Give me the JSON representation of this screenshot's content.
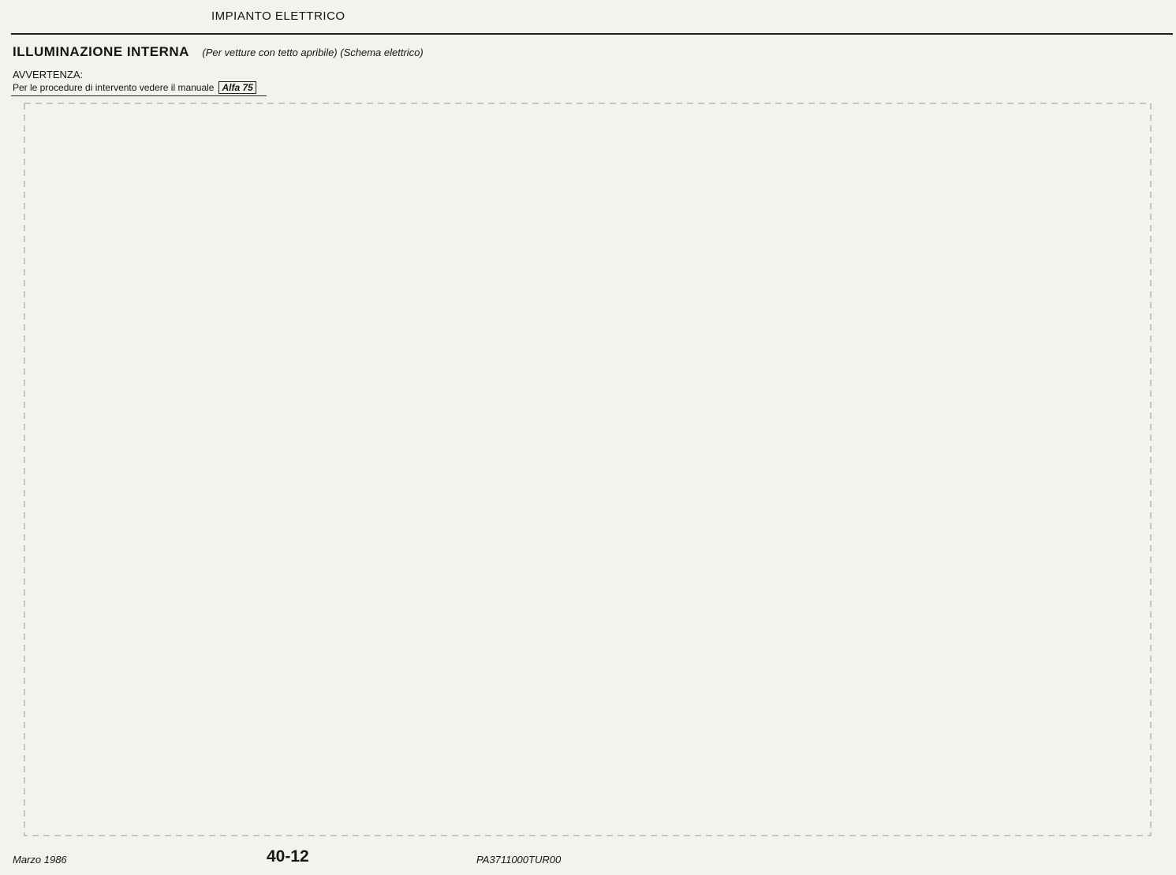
{
  "header": {
    "running_head": "IMPIANTO ELETTRICO",
    "title": "ILLUMINAZIONE INTERNA",
    "subtitle": "(Per vetture con tetto apribile) (Schema elettrico)"
  },
  "warning": {
    "heading": "AVVERTENZA:",
    "text": "Per le procedure di intervento vedere il manuale",
    "model": "Alfa 75"
  },
  "footer": {
    "date": "Marzo 1986",
    "page_number": "40-12",
    "drawing_code": "PA3711000TUR00"
  }
}
